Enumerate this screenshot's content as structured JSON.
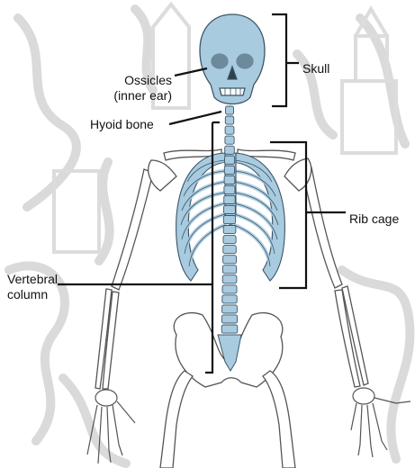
{
  "labels": {
    "skull": "Skull",
    "ossicles_line1": "Ossicles",
    "ossicles_line2": "(inner ear)",
    "hyoid": "Hyoid bone",
    "rib_cage": "Rib cage",
    "vertebral_line1": "Vertebral",
    "vertebral_line2": "column"
  },
  "colors": {
    "axial_bone": "#a9cbe0",
    "axial_outline": "#3c5566",
    "appendicular_bone": "#ffffff",
    "bone_outline": "#555555",
    "background_pattern": "#d9d9d9",
    "leader_line": "#111111"
  }
}
